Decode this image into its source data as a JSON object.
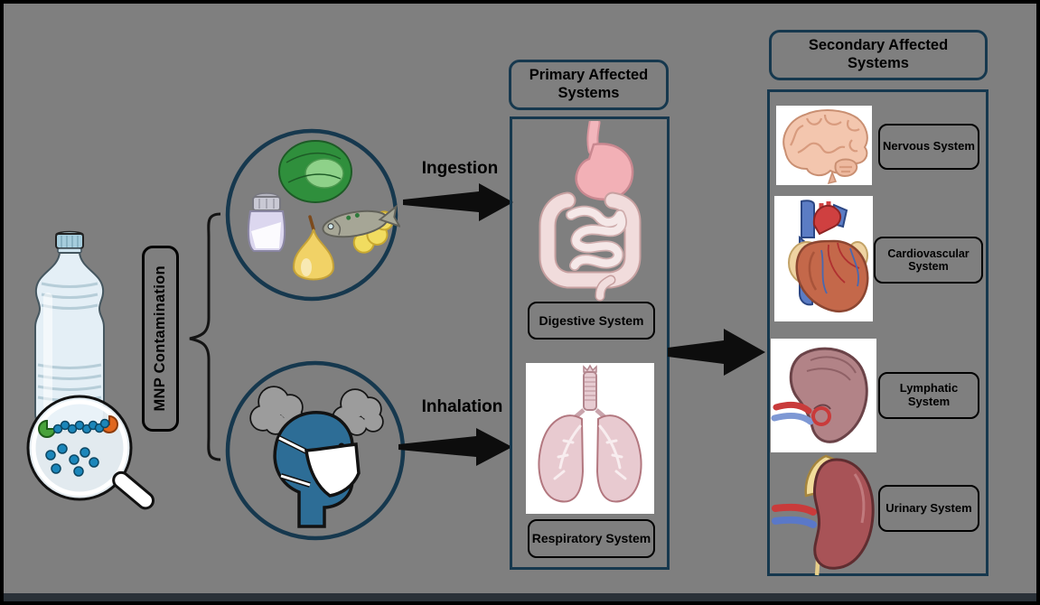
{
  "figure": {
    "background": "#7f7f7f",
    "outline_color": "#16384e",
    "source": {
      "label": "MNP Contamination",
      "icon": "water-bottle-magnifier-icon"
    },
    "routes": {
      "ingestion_label": "Ingestion",
      "inhalation_label": "Inhalation",
      "ingestion_icon": "food-items-circle-icon",
      "inhalation_icon": "masked-person-smoke-circle-icon"
    },
    "primary": {
      "title": "Primary Affected Systems",
      "items": [
        {
          "label": "Digestive System",
          "icon": "digestive-tract-icon"
        },
        {
          "label": "Respiratory System",
          "icon": "lungs-icon"
        }
      ]
    },
    "secondary": {
      "title": "Secondary Affected Systems",
      "items": [
        {
          "label": "Nervous System",
          "icon": "brain-icon"
        },
        {
          "label": "Cardiovascular System",
          "icon": "heart-icon"
        },
        {
          "label": "Lymphatic System",
          "icon": "spleen-icon"
        },
        {
          "label": "Urinary System",
          "icon": "kidney-icon"
        }
      ]
    }
  }
}
